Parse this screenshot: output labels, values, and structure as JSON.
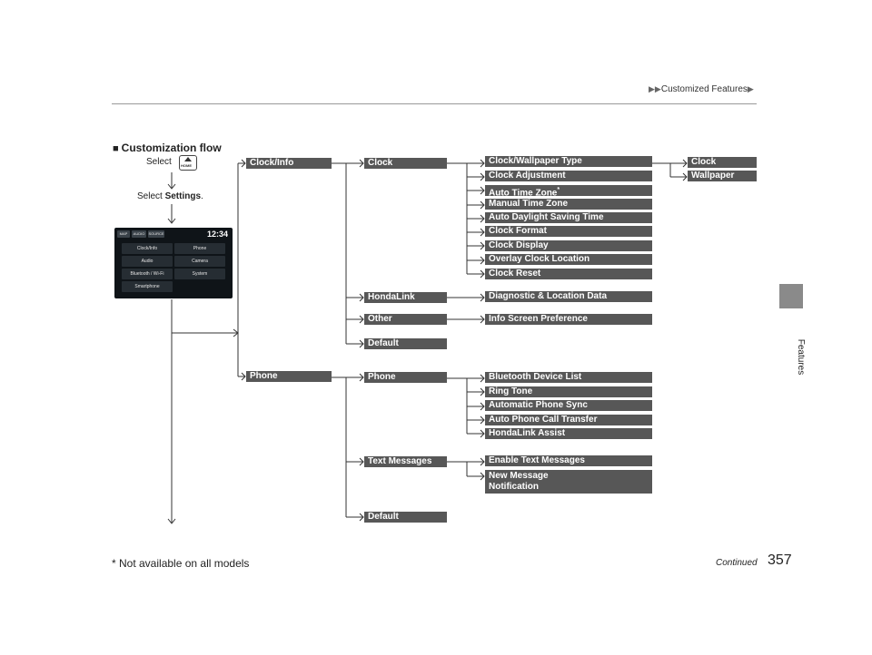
{
  "header": {
    "breadcrumb": "Customized Features"
  },
  "side_tab": {
    "label": "Features"
  },
  "section": {
    "title": "Customization flow"
  },
  "steps": {
    "select_prefix": "Select",
    "select2_prefix": "Select",
    "select2_bold": "Settings",
    "select2_suffix": "."
  },
  "screen": {
    "tabs": [
      "MAP",
      "AUDIO",
      "SOURCE"
    ],
    "time": "12:34",
    "buttons": [
      "Clock/Info",
      "Phone",
      "Audio",
      "Camera",
      "Bluetooth / Wi-Fi",
      "System",
      "Smartphone"
    ]
  },
  "level1": {
    "clock_info": "Clock/Info",
    "phone": "Phone"
  },
  "level2": {
    "clock": "Clock",
    "hondalink": "HondaLink",
    "other": "Other",
    "default1": "Default",
    "phone": "Phone",
    "text_messages": "Text Messages",
    "default2": "Default"
  },
  "level3": {
    "clock_wallpaper_type": "Clock/Wallpaper Type",
    "clock_adjustment": "Clock Adjustment",
    "auto_time_zone": "Auto Time Zone",
    "auto_time_zone_mark": "*",
    "manual_time_zone": "Manual Time Zone",
    "auto_dst": "Auto Daylight Saving Time",
    "clock_format": "Clock Format",
    "clock_display": "Clock Display",
    "overlay_clock_location": "Overlay Clock Location",
    "clock_reset": "Clock Reset",
    "diagnostic": "Diagnostic & Location Data",
    "info_screen_pref": "Info Screen Preference",
    "bt_device_list": "Bluetooth Device List",
    "ring_tone": "Ring Tone",
    "auto_phone_sync": "Automatic Phone Sync",
    "auto_call_transfer": "Auto Phone Call Transfer",
    "hondalink_assist": "HondaLink Assist",
    "enable_text": "Enable Text Messages",
    "new_message_line1": "New Message",
    "new_message_line2": "Notification"
  },
  "level4": {
    "clock": "Clock",
    "wallpaper": "Wallpaper"
  },
  "footer": {
    "note": "* Not available on all models",
    "continued": "Continued",
    "page_number": "357"
  }
}
